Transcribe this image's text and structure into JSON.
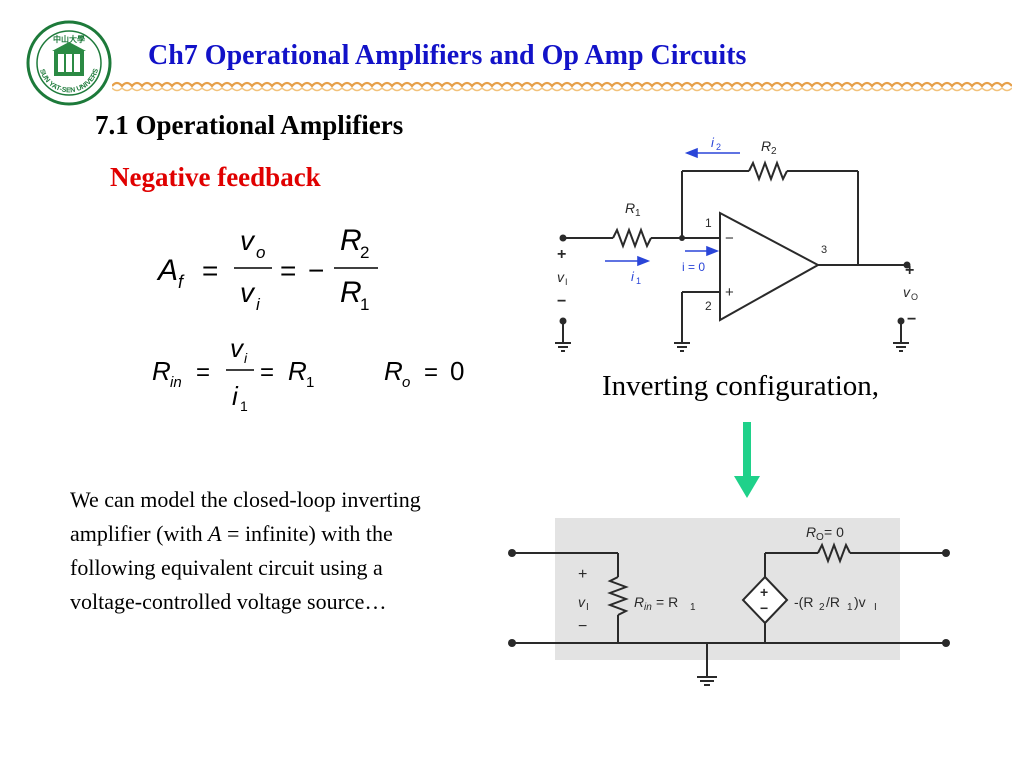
{
  "logo": {
    "seal_text_top": "中山大學",
    "seal_text_ring": "SUN YAT-SEN UNIVERSITY"
  },
  "header": {
    "title": "Ch7 Operational Amplifiers and Op Amp Circuits"
  },
  "section_title": "7.1 Operational Amplifiers",
  "subsection_title": "Negative feedback",
  "equations": {
    "gain": {
      "lhs": "A",
      "lhs_sub": "f",
      "num1": "v",
      "num1_sub": "o",
      "den1": "v",
      "den1_sub": "i",
      "minus": "−",
      "num2": "R",
      "num2_sub": "2",
      "den2": "R",
      "den2_sub": "1",
      "equals": "="
    },
    "rin": {
      "lhs": "R",
      "lhs_sub": "in",
      "num": "v",
      "num_sub": "i",
      "den": "i",
      "den_sub": "1",
      "rhs": "R",
      "rhs_sub": "1",
      "equals": "="
    },
    "ro": {
      "lhs": "R",
      "lhs_sub": "o",
      "equals": "=",
      "rhs": "0"
    }
  },
  "circuit1": {
    "i2_label": "i",
    "i2_sub": "2",
    "r2_label": "R",
    "r2_sub": "2",
    "r1_label": "R",
    "r1_sub": "1",
    "node1": "1",
    "node2": "2",
    "node3": "3",
    "minus_in": "−",
    "plus_in": "+",
    "i_eq_0": "i = 0",
    "i1_label": "i",
    "i1_sub": "1",
    "vi_plus": "+",
    "vi_label": "v",
    "vi_sub": "I",
    "vi_minus": "−",
    "vo_plus": "+",
    "vo_label": "v",
    "vo_sub": "O",
    "vo_minus": "−",
    "accent_color": "#2a45d8"
  },
  "caption": "Inverting configuration,",
  "arrow_color": "#1fd18a",
  "body_text": {
    "before_italic": "We can model the closed-loop inverting amplifier (with ",
    "italic": "A",
    "after_italic": " = infinite) with the following equivalent circuit using a voltage-controlled voltage source…"
  },
  "circuit2": {
    "panel_color": "#e3e3e3",
    "ro_label": "R",
    "ro_sub": "O",
    "ro_value": "= 0",
    "vi_plus": "+",
    "vi_label": "v",
    "vi_sub": "I",
    "vi_minus": "−",
    "rin_label": "R",
    "rin_sub": "in",
    "rin_eq": "= R",
    "rin_eq_sub": "1",
    "src_plus": "+",
    "src_minus": "−",
    "src_expr_a": "-(R",
    "src_expr_sub2": "2",
    "src_expr_b": "/R",
    "src_expr_sub1": "1",
    "src_expr_c": ")v",
    "src_expr_subI": "I"
  }
}
